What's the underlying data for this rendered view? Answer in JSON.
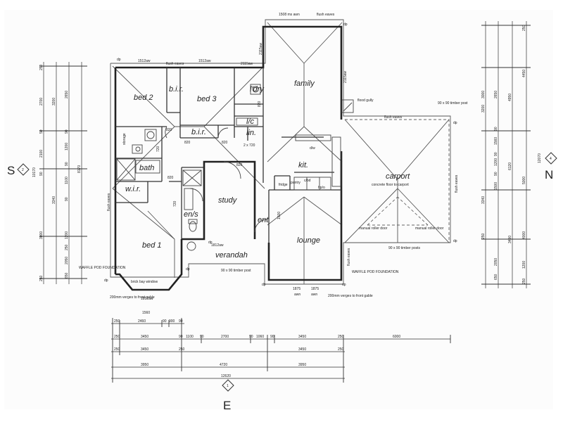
{
  "rooms": {
    "bed2": "bed 2",
    "bir1": "b.i.r.",
    "bed3": "bed 3",
    "bir2": "b.i.r.",
    "ldry": "l'dry",
    "lc": "l/c",
    "lin": "lin.",
    "bath": "bath",
    "wir": "w.i.r.",
    "study": "study",
    "ens": "en/s",
    "bed1": "bed 1",
    "family": "family",
    "kit": "kit.",
    "carport": "carport",
    "lounge": "lounge",
    "ent": "ent",
    "verandah": "verandah",
    "pantry": "pantry"
  },
  "compass": {
    "south": "S",
    "north": "N",
    "east": "E",
    "south_num": "2",
    "north_num": "4",
    "east_num": "1"
  },
  "notes": {
    "flush_eaves": "flush eaves",
    "timber_post_top": "90 x 90 timber post",
    "timber_posts": "90 x 90 timber posts",
    "verandah_post": "90 x 90 timber post",
    "concrete_floor": "concrete floor to carport",
    "manual_door": "manual roller door",
    "waffle_pod": "WAFFLE POD FOUNDATION",
    "brick_bay": "brick bay window",
    "verges": "200mm verges to front gable",
    "flood_gully": "flood gully",
    "dp": "dp",
    "awn": "awn",
    "ldry_dims": "2 x 720",
    "storage": "storage",
    "fridge": "fridge",
    "cupboards": "c/bd",
    "wardrobe": "d/w",
    "hotplate": "hp/o",
    "door_720": "720",
    "door_820": "820"
  },
  "top_dims": {
    "w1": "1512aw",
    "w2": "1512aw",
    "w3": "2115aw",
    "top_win": "1508 ms awn",
    "fam_win": "2115aw",
    "fam_side": "2115aw"
  },
  "front_dims": {
    "bay": "1812aw",
    "bay_total": "1560",
    "verandah_win": "1812aw",
    "lounge_w1": "1875",
    "lounge_w2": "1875",
    "side_win": "1500"
  },
  "bottom_dims": {
    "row1": [
      "250",
      "2460",
      "90",
      "900",
      "90"
    ],
    "row2": [
      "250",
      "3450",
      "90",
      "1100",
      "90",
      "2700",
      "90",
      "1060",
      "90",
      "3450",
      "250",
      "6000"
    ],
    "row3": [
      "250",
      "3450",
      "250",
      "3450",
      "250"
    ],
    "row4": [
      "3950",
      "4720",
      "3950"
    ],
    "total": "12620"
  },
  "left_dims": {
    "outer": [
      "250",
      "2700",
      "50",
      "2100",
      "90",
      "3000",
      "250"
    ],
    "mid": [
      "3200",
      "3340"
    ],
    "inner": [
      "2650",
      "90",
      "1200",
      "90",
      "1100",
      "90",
      "1200",
      "250",
      "2050",
      "650"
    ],
    "total": "10170",
    "depth": "8170"
  },
  "right_dims": {
    "outer": [
      "250",
      "4450",
      "5000",
      "4000",
      "1200",
      "250"
    ],
    "mid": [
      "3000",
      "3200",
      "3340",
      "250"
    ],
    "inner": [
      "2650",
      "90",
      "1560",
      "90",
      "1200",
      "90",
      "1500",
      "2050",
      "650"
    ],
    "total": "12070",
    "sub": [
      "4950",
      "6120",
      "3490"
    ]
  }
}
